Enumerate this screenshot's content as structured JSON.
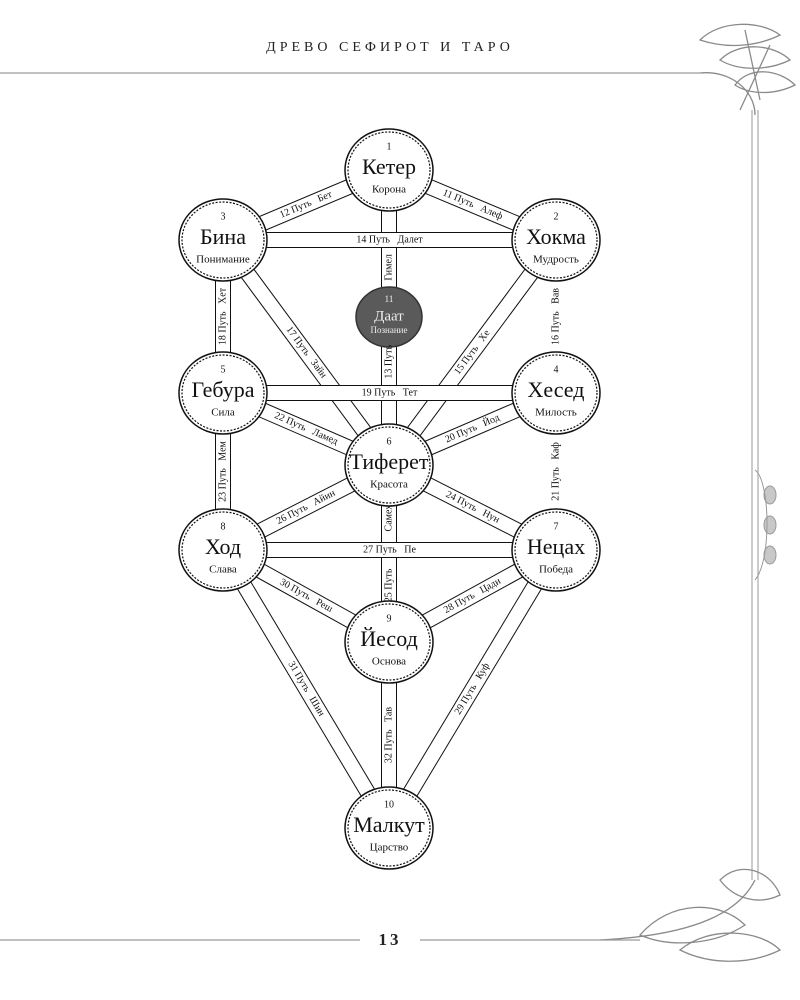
{
  "header": {
    "title": "ДРЕВО СЕФИРОТ И ТАРО"
  },
  "page_number": "13",
  "sefirot": [
    {
      "id": 1,
      "number": "1",
      "name": "Кетер",
      "meaning": "Корона"
    },
    {
      "id": 2,
      "number": "2",
      "name": "Хокма",
      "meaning": "Мудрость"
    },
    {
      "id": 3,
      "number": "3",
      "name": "Бина",
      "meaning": "Понимание"
    },
    {
      "id": 4,
      "number": "4",
      "name": "Хесед",
      "meaning": "Милость"
    },
    {
      "id": 5,
      "number": "5",
      "name": "Гебура",
      "meaning": "Сила"
    },
    {
      "id": 6,
      "number": "6",
      "name": "Тиферет",
      "meaning": "Красота"
    },
    {
      "id": 7,
      "number": "7",
      "name": "Нецах",
      "meaning": "Победа"
    },
    {
      "id": 8,
      "number": "8",
      "name": "Ход",
      "meaning": "Слава"
    },
    {
      "id": 9,
      "number": "9",
      "name": "Йесод",
      "meaning": "Основа"
    },
    {
      "id": 10,
      "number": "10",
      "name": "Малкут",
      "meaning": "Царство"
    },
    {
      "id": 11,
      "number": "11",
      "name": "Даат",
      "meaning": "Познание",
      "hidden": true
    }
  ],
  "paths": [
    {
      "from": 1,
      "to": 2,
      "label": "11 Путь   Алеф"
    },
    {
      "from": 1,
      "to": 3,
      "label": "12 Путь   Бет"
    },
    {
      "from": 1,
      "to": 6,
      "label": "13 Путь",
      "letter": "Гимел"
    },
    {
      "from": 3,
      "to": 2,
      "label": "14 Путь   Далет"
    },
    {
      "from": 2,
      "to": 6,
      "label": "15 Путь   Хе"
    },
    {
      "from": 2,
      "to": 4,
      "label": "16 Путь   Вав"
    },
    {
      "from": 3,
      "to": 6,
      "label": "17 Путь   Зайн"
    },
    {
      "from": 3,
      "to": 5,
      "label": "18 Путь   Хет"
    },
    {
      "from": 5,
      "to": 4,
      "label": "19 Путь   Тет"
    },
    {
      "from": 4,
      "to": 6,
      "label": "20 Путь   Йод"
    },
    {
      "from": 4,
      "to": 7,
      "label": "21 Путь   Каф"
    },
    {
      "from": 5,
      "to": 6,
      "label": "22 Путь   Ламед"
    },
    {
      "from": 5,
      "to": 8,
      "label": "23 Путь   Мем"
    },
    {
      "from": 6,
      "to": 7,
      "label": "24 Путь   Нун"
    },
    {
      "from": 6,
      "to": 9,
      "label": "25 Путь",
      "letter": "Самех"
    },
    {
      "from": 6,
      "to": 8,
      "label": "26 Путь   Айин"
    },
    {
      "from": 8,
      "to": 7,
      "label": "27 Путь   Пе"
    },
    {
      "from": 7,
      "to": 9,
      "label": "28 Путь   Цади"
    },
    {
      "from": 7,
      "to": 10,
      "label": "29 Путь   Куф"
    },
    {
      "from": 8,
      "to": 9,
      "label": "30 Путь   Реш"
    },
    {
      "from": 8,
      "to": 10,
      "label": "31 Путь   Шин"
    },
    {
      "from": 9,
      "to": 10,
      "label": "32 Путь   Тав"
    }
  ],
  "colors": {
    "ink": "#111111",
    "daat_fill": "#5a5a5a",
    "rule": "#9a9a9a"
  }
}
